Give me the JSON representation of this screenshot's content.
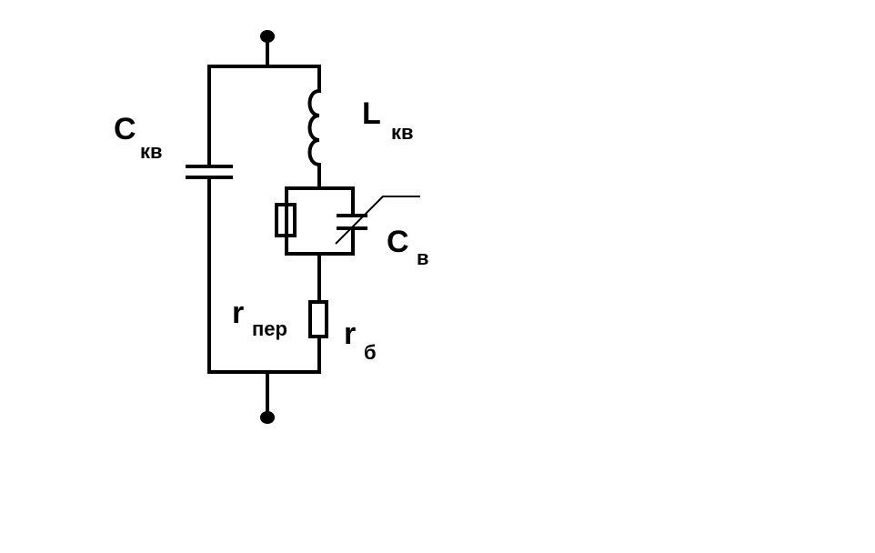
{
  "labels": {
    "c_kv": {
      "main": "C",
      "sub": "кв"
    },
    "l_kv": {
      "main": "L",
      "sub": "кв"
    },
    "c_v": {
      "main": "C",
      "sub": "в"
    },
    "r_per": {
      "main": "r",
      "sub": "пер"
    },
    "r_b": {
      "main": "r",
      "sub": "б"
    }
  }
}
